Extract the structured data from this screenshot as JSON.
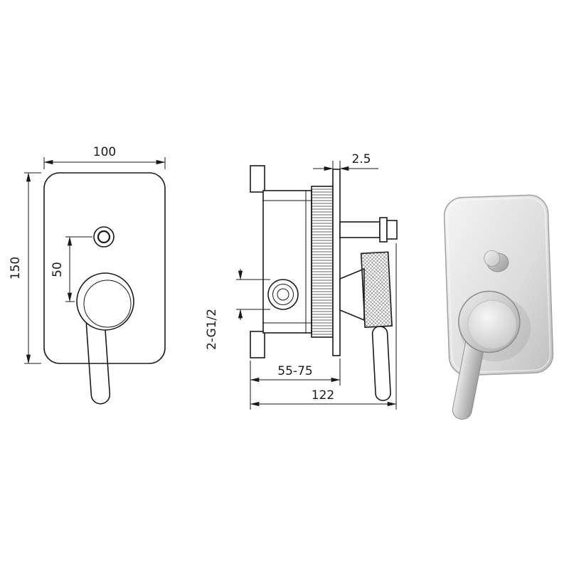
{
  "drawing": {
    "labels": {
      "front_width": "100",
      "front_height": "150",
      "circle_offset": "50",
      "plate_thickness": "2.5",
      "depth_range": "55-75",
      "total_depth": "122",
      "thread_spec": "2-G1/2"
    },
    "colors": {
      "line": "#1a1a1a",
      "metal_light": "#efefef",
      "metal_dark": "#a9a9a9",
      "background": "#ffffff"
    }
  }
}
